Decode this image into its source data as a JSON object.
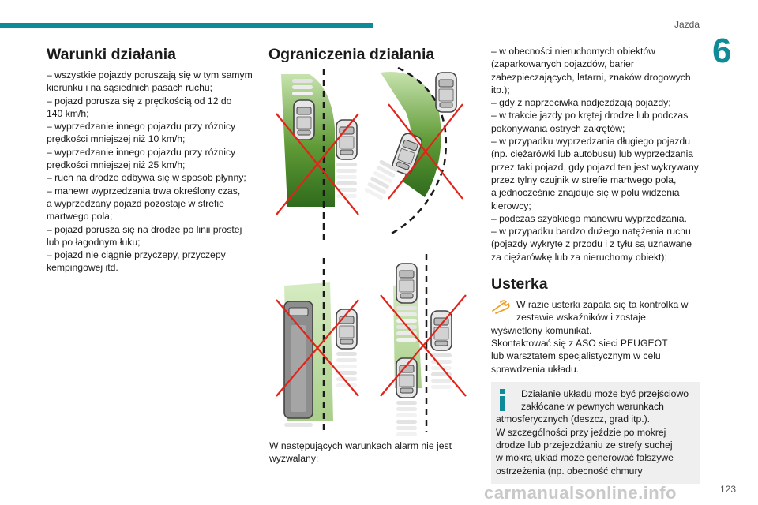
{
  "header": {
    "running_head": "Jazda",
    "chapter": "6",
    "page_number": "123"
  },
  "col1": {
    "title": "Warunki działania",
    "lines": [
      "– wszystkie pojazdy poruszają się w tym samym",
      "kierunku i na sąsiednich pasach ruchu;",
      "– pojazd porusza się z prędkością od 12 do",
      "140 km/h;",
      "– wyprzedzanie innego pojazdu przy różnicy",
      "prędkości mniejszej niż 10 km/h;",
      "– wyprzedzanie innego pojazdu przy różnicy",
      "prędkości mniejszej niż 25 km/h;",
      "– ruch na drodze odbywa się w sposób płynny;",
      "– manewr wyprzedzania trwa określony czas,",
      "a wyprzedzany pojazd pozostaje w strefie",
      "martwego pola;",
      "– pojazd porusza się na drodze po linii prostej",
      "lub po łagodnym łuku;",
      "– pojazd nie ciągnie przyczepy, przyczepy",
      "kempingowej itd."
    ]
  },
  "col2": {
    "title": "Ograniczenia działania",
    "caption_lines": [
      "W następujących warunkach alarm nie jest",
      "wyzwalany:"
    ]
  },
  "col3": {
    "lines": [
      "– w obecności nieruchomych obiektów",
      "(zaparkowanych pojazdów, barier",
      "zabezpieczających, latarni, znaków drogowych",
      "itp.);",
      "– gdy z naprzeciwka nadjeżdżają pojazdy;",
      "– w trakcie jazdy po krętej drodze lub podczas",
      "pokonywania ostrych zakrętów;",
      "– w przypadku wyprzedzania długiego pojazdu",
      "(np. ciężarówki lub autobusu) lub wyprzedzania",
      "przez taki pojazd, gdy pojazd ten jest wykrywany",
      "przez tylny czujnik w strefie martwego pola,",
      "a jednocześnie znajduje się w polu widzenia",
      "kierowcy;",
      "– podczas szybkiego manewru wyprzedzania.",
      "– w przypadku bardzo dużego natężenia ruchu",
      "(pojazdy wykryte z przodu i z tyłu są uznawane",
      "za ciężarówkę lub za nieruchomy obiekt);"
    ],
    "fault_title": "Usterka",
    "fault_indented": [
      "W razie usterki zapala się ta kontrolka w",
      "zestawie wskaźników i zostaje"
    ],
    "fault_lines": [
      "wyświetlony komunikat.",
      "Skontaktować się z ASO sieci PEUGEOT",
      "lub warsztatem specjalistycznym w celu",
      "sprawdzenia układu."
    ],
    "info_indented": [
      "Działanie układu może być przejściowo",
      "zakłócane w pewnych warunkach"
    ],
    "info_lines": [
      "atmosferycznych (deszcz, grad itp.).",
      "W szczególności przy jeździe po mokrej",
      "drodze lub przejeżdżaniu ze strefy suchej",
      "w mokrą układ może generować fałszywe",
      "ostrzeżenia (np. obecność chmury"
    ]
  },
  "icons": {
    "fault": "wrench-warning-icon",
    "info": "info-icon"
  },
  "colors": {
    "accent": "#0e8a99",
    "zone_dark": "#2f6b1c",
    "zone_light": "#b5d79a",
    "cross": "#e2231a",
    "info_bg": "#efefef"
  },
  "watermark": "carmanualsonline.info"
}
